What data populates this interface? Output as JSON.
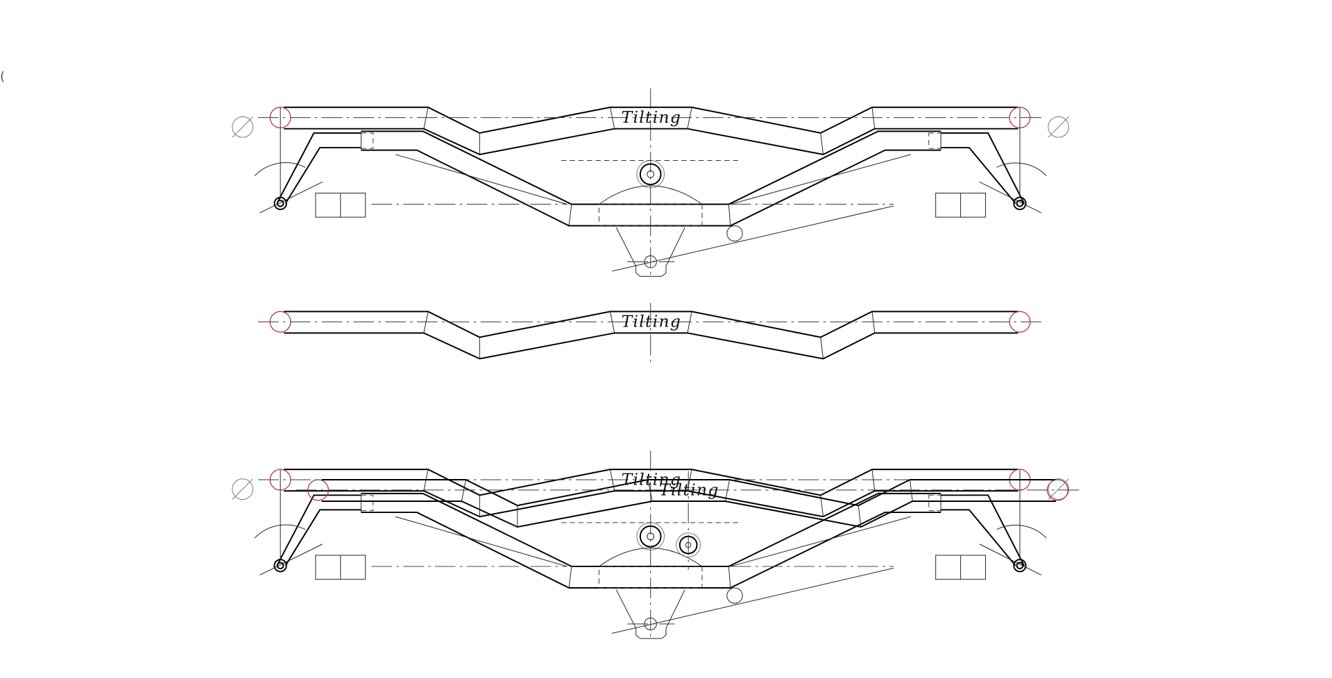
{
  "stray_mark": "(",
  "views": {
    "top": {
      "label": "Tilting"
    },
    "middle": {
      "label": "Tilting"
    },
    "bottom": {
      "label": "Tilting",
      "label_shifted": "Tilting"
    }
  }
}
